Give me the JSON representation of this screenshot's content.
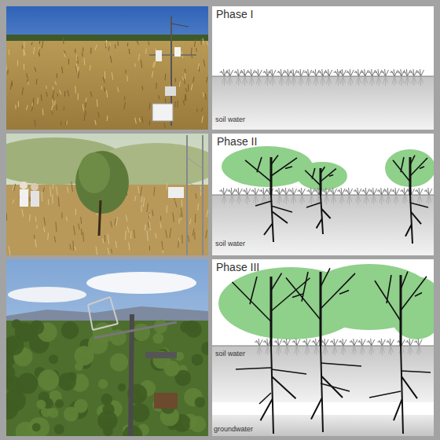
{
  "diagram": {
    "labels": [
      "Phase I",
      "soil water",
      "Phase II",
      "soil water",
      "Phase III",
      "soil water",
      "groundwater"
    ]
  }
}
